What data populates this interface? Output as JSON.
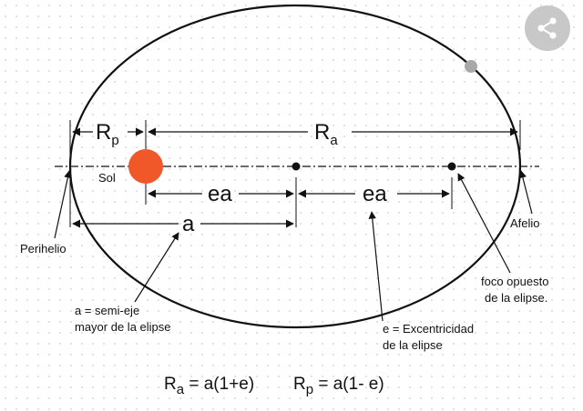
{
  "diagram": {
    "labels": {
      "rp_main": "R",
      "rp_sub": "p",
      "ra_main": "R",
      "ra_sub": "a",
      "sol": "Sol",
      "ea_left": "ea",
      "ea_right": "ea",
      "a": "a",
      "perihelio": "Perihelio",
      "afelio": "Afelio",
      "semi_eje_line1": "a = semi-eje",
      "semi_eje_line2": "mayor de la elipse",
      "excentricidad_line1": "e = Excentricidad",
      "excentricidad_line2": "de la elipse",
      "foco_line1": "foco opuesto",
      "foco_line2": "de la elipse."
    },
    "formula": {
      "ra_main": "R",
      "ra_sub": "a",
      "ra_rhs": " = a(1+e)",
      "rp_main": "R",
      "rp_sub": "p",
      "rp_rhs": " = a(1- e)"
    },
    "colors": {
      "sun": "#f0582a",
      "planet": "#a8a8a8",
      "line": "#111111"
    }
  },
  "share": {
    "icon": "share-icon"
  }
}
